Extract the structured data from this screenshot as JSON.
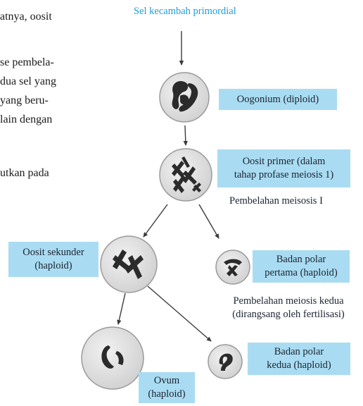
{
  "left_text": {
    "lines": [
      "atnya, oosit",
      "se pembela-",
      "dua sel yang",
      "yang beru-",
      "lain dengan",
      "utkan  pada"
    ]
  },
  "diagram": {
    "start_label": "Sel kecambah primordial",
    "oogonium": "Oogonium (diploid)",
    "oosit_primer": [
      "Oosit primer (dalam",
      "tahap profase meiosis 1)"
    ],
    "meiosis_1": "Pembelahan meisosis I",
    "oosit_sekunder": [
      "Oosit sekunder",
      "(haploid)"
    ],
    "polar_1": [
      "Badan polar",
      "pertama (haploid)"
    ],
    "meiosis_2": [
      "Pembelahan meiosis kedua",
      "(dirangsang oleh fertilisasi)"
    ],
    "polar_2": [
      "Badan polar",
      "kedua (haploid)"
    ],
    "ovum": [
      "Ovum",
      "(haploid)"
    ]
  },
  "colors": {
    "label_bg": "#a9dcf2",
    "top_label": "#1aa0d8",
    "cell_fill": "#e2e2e2",
    "chromosome": "#2b2b2b"
  }
}
